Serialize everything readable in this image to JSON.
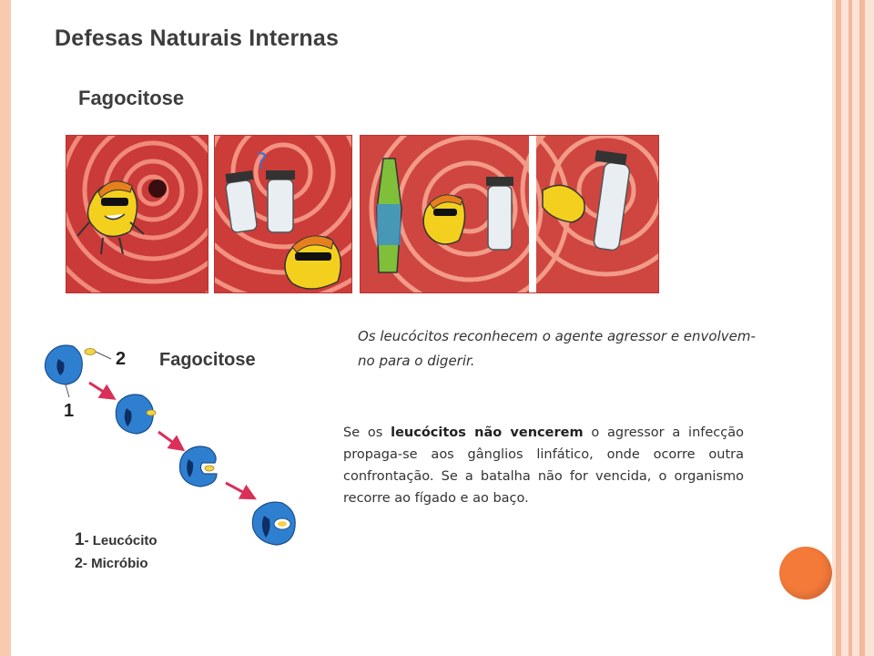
{
  "title": "Defesas Naturais Internas",
  "subtitle": "Fagocitose",
  "diagram": {
    "title": "Fagocitose",
    "label_1": "1",
    "label_2": "2",
    "legend_1_num": "1",
    "legend_1_text": "- Leucócito",
    "legend_2_num": "2",
    "legend_2_text": "- Micróbio"
  },
  "italic_text": "Os leucócitos reconhecem o agente agressor e envolvem-no para o digerir.",
  "body": {
    "part1": " Se os ",
    "bold": "leucócitos não vencerem",
    "part2": " o agressor a infecção propaga-se aos gânglios linfático, onde ocorre outra confrontação. Se a batalha não for vencida, o organismo recorre ao fígado e ao baço."
  },
  "colors": {
    "accent_circle": "#f47a3a",
    "frame": "#f9c9b0",
    "cell_blue": "#2f7fd0",
    "arrow": "#d9305a",
    "comic_red": "#d84b45"
  }
}
